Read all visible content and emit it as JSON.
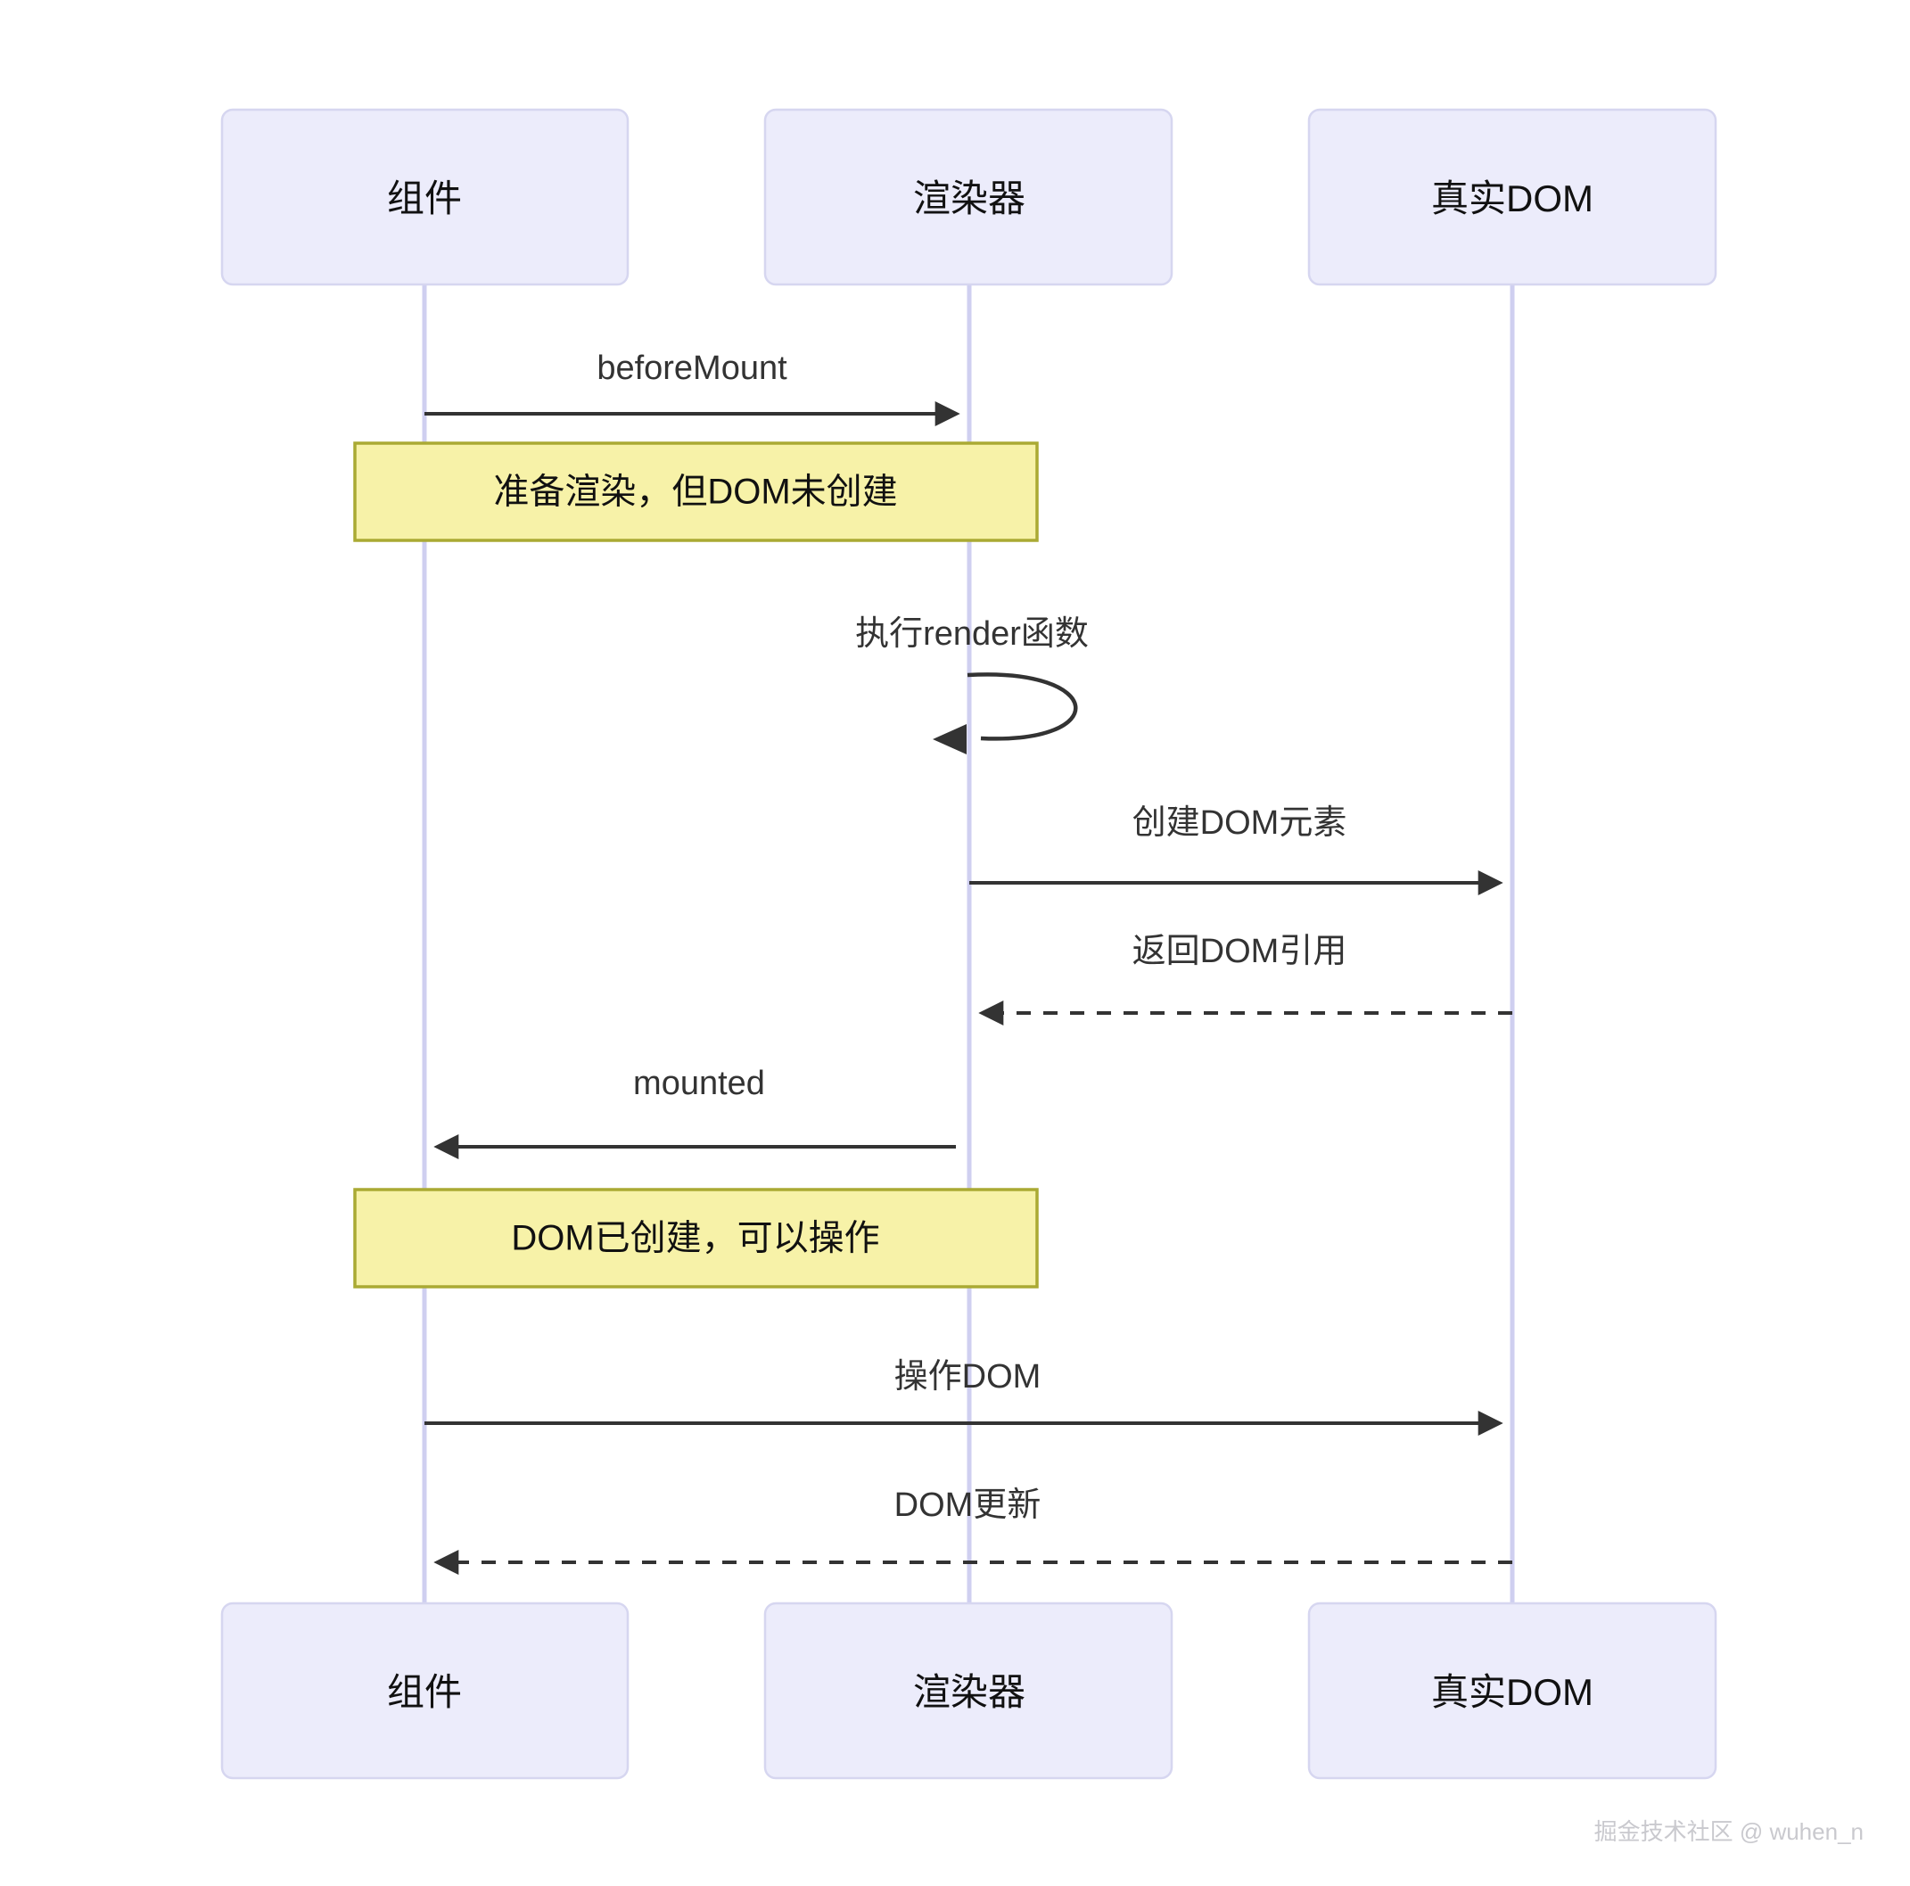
{
  "diagram": {
    "type": "sequence",
    "background": "#ffffff",
    "colors": {
      "actor_fill": "#ECECFB",
      "actor_stroke": "#D6D6F0",
      "lifeline": "#CFCFF0",
      "message_line": "#333333",
      "note_fill": "#F7F2A8",
      "note_stroke": "#AAAA33",
      "text": "#111111"
    },
    "participants": [
      {
        "id": "component",
        "label": "组件"
      },
      {
        "id": "renderer",
        "label": "渲染器"
      },
      {
        "id": "realdom",
        "label": "真实DOM"
      }
    ],
    "messages": [
      {
        "id": "m1",
        "label": "beforeMount",
        "from": "component",
        "to": "renderer",
        "style": "solid",
        "direction": "right"
      },
      {
        "id": "m2",
        "label": "执行render函数",
        "from": "renderer",
        "to": "renderer",
        "style": "solid",
        "direction": "self"
      },
      {
        "id": "m3",
        "label": "创建DOM元素",
        "from": "renderer",
        "to": "realdom",
        "style": "solid",
        "direction": "right"
      },
      {
        "id": "m4",
        "label": "返回DOM引用",
        "from": "realdom",
        "to": "renderer",
        "style": "dashed",
        "direction": "left"
      },
      {
        "id": "m5",
        "label": "mounted",
        "from": "renderer",
        "to": "component",
        "style": "solid",
        "direction": "left"
      },
      {
        "id": "m6",
        "label": "操作DOM",
        "from": "component",
        "to": "realdom",
        "style": "solid",
        "direction": "right"
      },
      {
        "id": "m7",
        "label": "DOM更新",
        "from": "realdom",
        "to": "component",
        "style": "dashed",
        "direction": "left"
      }
    ],
    "notes": [
      {
        "id": "n1",
        "label": "准备渲染，但DOM未创建",
        "over": "component"
      },
      {
        "id": "n2",
        "label": "DOM已创建，可以操作",
        "over": "component"
      }
    ],
    "watermark": "掘金技术社区 @ wuhen_n"
  }
}
